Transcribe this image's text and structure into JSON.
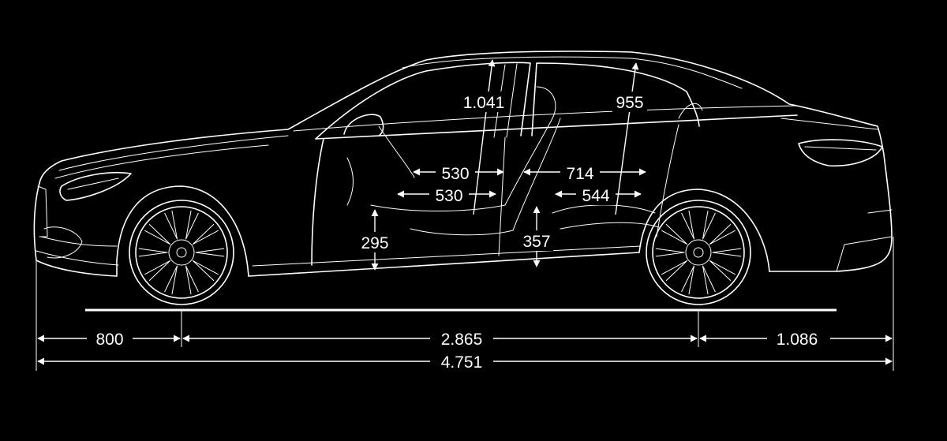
{
  "measurements": {
    "front_overhang": "800",
    "wheelbase": "2.865",
    "rear_overhang": "1.086",
    "overall_length": "4.751",
    "front_headroom": "1.041",
    "rear_headroom": "955",
    "front_legroom_upper": "530",
    "front_legroom_lower": "530",
    "rear_legroom_upper": "714",
    "rear_legroom_lower": "544",
    "front_seat_height": "295",
    "rear_seat_height": "357"
  },
  "colors": {
    "background": "#000000",
    "line": "#ffffff"
  }
}
